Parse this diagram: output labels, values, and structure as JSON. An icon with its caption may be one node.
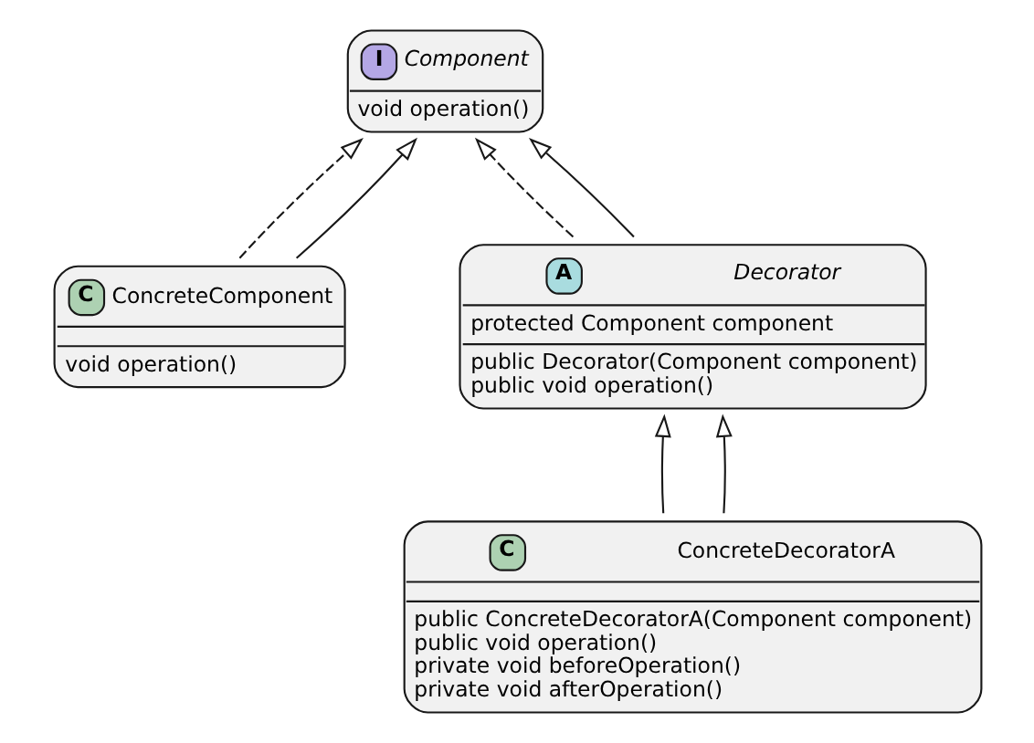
{
  "diagram": {
    "nodes": [
      {
        "text": [
          "I",
          "Component",
          "void operation()"
        ]
      },
      {
        "text": [
          "C",
          "ConcreteComponent",
          "void operation()"
        ]
      },
      {
        "text": [
          "A",
          "Decorator",
          "protected Component component",
          "public Decorator(Component component)",
          "public void operation()"
        ]
      },
      {
        "text": [
          "C",
          "ConcreteDecoratorA",
          "public ConcreteDecoratorA(Component component)",
          "public void operation()",
          "private void beforeOperation()",
          "private void afterOperation()"
        ]
      }
    ],
    "edges": [
      {
        "from": 1,
        "to": 0,
        "arrow": "to",
        "style": "dashed"
      },
      {
        "from": 1,
        "to": 0,
        "arrow": "to"
      },
      {
        "from": 2,
        "to": 0,
        "arrow": "to",
        "style": "dashed"
      },
      {
        "from": 2,
        "to": 0,
        "arrow": "to"
      },
      {
        "from": 3,
        "to": 2,
        "arrow": "to"
      },
      {
        "from": 3,
        "to": 2,
        "arrow": "to"
      }
    ]
  }
}
